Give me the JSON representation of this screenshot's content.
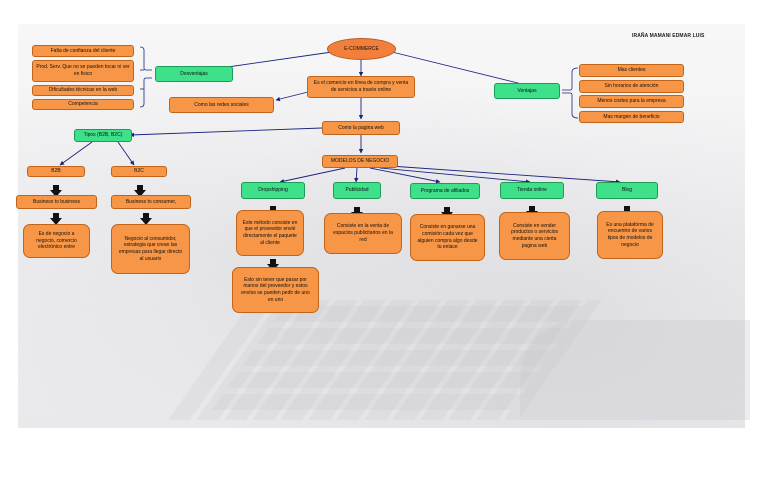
{
  "author": "IRAÑA MAMANI EDMAR LUIS",
  "root": "E-COMMERCE",
  "definition": "Es el comercio en línea de compra y venta de servicios a través online",
  "redes": "Como las redes sociales",
  "desventajas": {
    "label": "Desventajas",
    "items": [
      "Falta de confianza del cliente",
      "Prod. Serv. Que no se pueden tocar ni ver en fisico",
      "Dificultades técnicas en la web",
      "Competencia"
    ]
  },
  "ventajas": {
    "label": "Ventajas",
    "items": [
      "Mas clientes",
      "Sin horarios de atención",
      "Menos costes para la empresa",
      "Mas margen de beneficio"
    ]
  },
  "pagina": "Como la pagina web",
  "tipos": {
    "label": "Tipos (B2B, B2C)",
    "b2b": {
      "label": "B2B",
      "sub": "Business to business",
      "desc": "Es de negocio a negocio, comercio electrónico entre"
    },
    "b2c": {
      "label": "B2C",
      "sub": "Business to consumer,",
      "desc": "Negocio al consumidor, estrategia que crean las empresas para llegar directo al usuario"
    }
  },
  "modelos": {
    "label": "MODELOS DE NEGOCIO",
    "items": [
      {
        "key": "drop",
        "title": "Dropshipping",
        "desc": "Este método consiste en que el proveedor envié directamente el paquete al cliente",
        "extra": "Esto sin tener que pasar por manos del proveedor y estos envíos se pueden pedir de uno en uno"
      },
      {
        "key": "pub",
        "title": "Publicidad",
        "desc": "Consiste en la venta de espacios publicitarios en la red"
      },
      {
        "key": "afi",
        "title": "Programa de afiliados",
        "desc": "Consiste en ganarse una comisión cada vez que alguien compra algo desde tu enlace"
      },
      {
        "key": "tienda",
        "title": "Tienda online",
        "desc": "Consiste en vender productos o servicios mediante una cierta pagina web"
      },
      {
        "key": "blog",
        "title": "Blog",
        "desc": "Es una plataforma de encuentro de varios tipos de modelos de negocio"
      }
    ]
  },
  "colors": {
    "orange": "#f79646",
    "green": "#3ee08a",
    "oval": "#f37f3d",
    "line": "#1a237e",
    "arrow": "#111111"
  }
}
